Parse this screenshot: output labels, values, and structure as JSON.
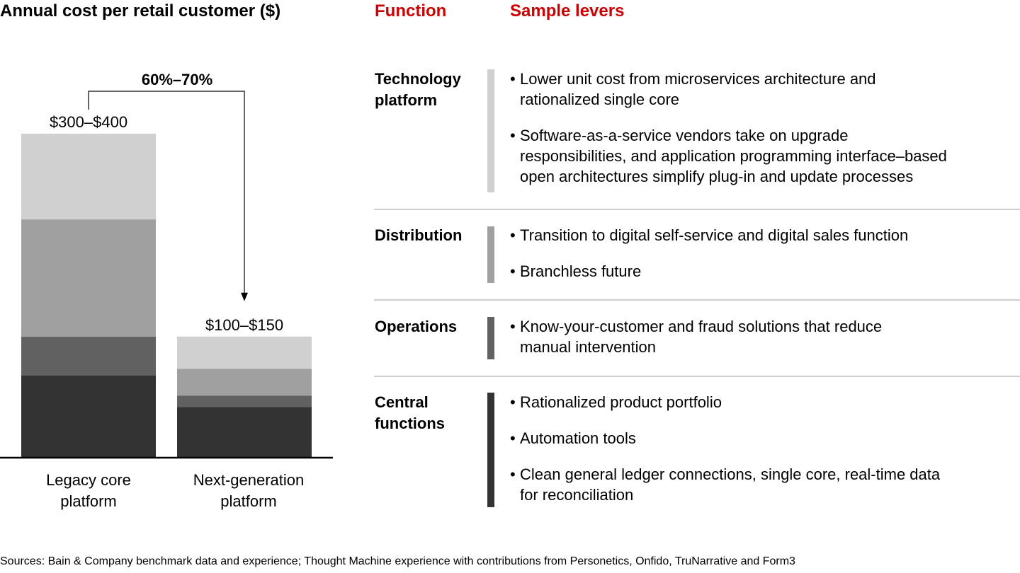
{
  "chart_data": {
    "type": "bar",
    "stacked": true,
    "title": "Annual cost per retail customer ($)",
    "xlabel": "",
    "ylabel": "",
    "categories": [
      "Legacy core platform",
      "Next-generation platform"
    ],
    "category_lines": [
      [
        "Legacy core",
        "platform"
      ],
      [
        "Next-generation",
        "platform"
      ]
    ],
    "total_labels": [
      "$300–$400",
      "$100–$150"
    ],
    "ylim": [
      0,
      400
    ],
    "series": [
      {
        "name": "Central functions",
        "color": "#333333",
        "values": [
          101,
          62
        ]
      },
      {
        "name": "Operations",
        "color": "#616161",
        "values": [
          48,
          14
        ]
      },
      {
        "name": "Distribution",
        "color": "#a0a0a0",
        "values": [
          145,
          33
        ]
      },
      {
        "name": "Technology platform",
        "color": "#d0d0d0",
        "values": [
          106,
          40
        ]
      }
    ],
    "annotation": {
      "label": "60%–70%",
      "type": "reduction-arrow",
      "from": "Legacy core platform",
      "to": "Next-generation platform"
    },
    "grid": false,
    "legend": "none"
  },
  "table": {
    "header_color": "#cc0000",
    "headers": {
      "function": "Function",
      "levers": "Sample levers"
    },
    "rows": [
      {
        "function_lines": [
          "Technology",
          "platform"
        ],
        "color": "#d0d0d0",
        "levers": [
          [
            "Lower unit cost from microservices architecture and",
            "rationalized single core"
          ],
          [
            "Software-as-a-service vendors take on upgrade",
            "responsibilities, and application programming interface–based",
            "open architectures simplify plug-in and update processes"
          ]
        ]
      },
      {
        "function_lines": [
          "Distribution"
        ],
        "color": "#a0a0a0",
        "levers": [
          [
            "Transition to digital self-service and digital sales function"
          ],
          [
            "Branchless future"
          ]
        ]
      },
      {
        "function_lines": [
          "Operations"
        ],
        "color": "#616161",
        "levers": [
          [
            "Know-your-customer and fraud solutions that reduce",
            "manual intervention"
          ]
        ]
      },
      {
        "function_lines": [
          "Central",
          "functions"
        ],
        "color": "#333333",
        "levers": [
          [
            "Rationalized product portfolio"
          ],
          [
            "Automation tools"
          ],
          [
            "Clean general ledger connections, single core, real-time data",
            "for reconciliation"
          ]
        ]
      }
    ]
  },
  "sources": "Sources: Bain & Company benchmark data and experience; Thought Machine experience with contributions from Personetics, Onfido, TruNarrative and Form3"
}
